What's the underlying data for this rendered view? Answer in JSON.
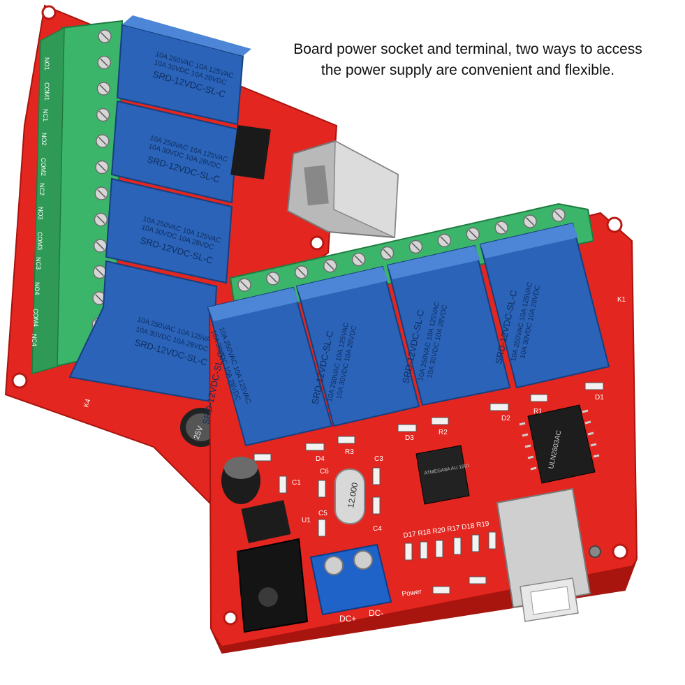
{
  "caption": {
    "line1": "Board power socket and terminal, two ways to access",
    "line2": "the power supply are convenient and flexible."
  },
  "colors": {
    "pcb": "#e3261f",
    "pcb_dark": "#b81811",
    "relay": "#2a63b8",
    "terminal_green": "#3bb56a",
    "terminal_blue": "#1f63c9",
    "usb_metal": "#c9c9c9"
  },
  "relay_label": {
    "l1": "10A 250VAC 10A 125VAC",
    "l2": "10A  30VDC  10A  28VDC",
    "l3": "SRD-12VDC-SL-C"
  },
  "back_board": {
    "pins": [
      "NO1",
      "COM1",
      "NC1",
      "NO2",
      "COM2",
      "NC2",
      "NO3",
      "COM3",
      "NC3",
      "NO4",
      "COM4",
      "NC4"
    ],
    "k_label": "K4",
    "cap_label": "25V"
  },
  "front_board": {
    "k_label": "K1",
    "components": {
      "d1": "D1",
      "d2": "D2",
      "d3": "D3",
      "d4": "D4",
      "r1": "R1",
      "r2": "R2",
      "r3": "R3",
      "c1": "C1",
      "c3": "C3",
      "c4": "C4",
      "c5": "C5",
      "c6": "C6",
      "u1": "U1",
      "r_row": "D17 R18 R20 R17 D18 R19",
      "power": "Power",
      "crystal": "12.000",
      "mcu": "ATMEGA8A AU 1801",
      "driver": "ULN2803AC"
    },
    "terminal": {
      "plus": "DC+",
      "minus": "DC-"
    }
  }
}
